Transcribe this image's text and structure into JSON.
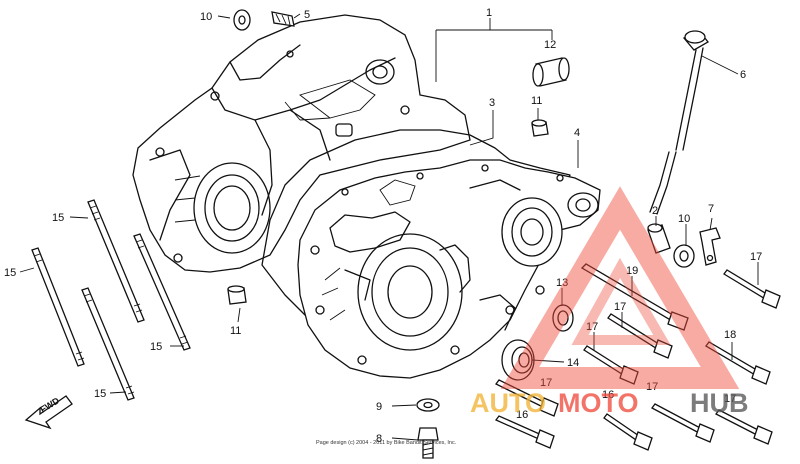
{
  "labels": {
    "l1": "1",
    "l2": "2",
    "l3": "3",
    "l4": "4",
    "l5": "5",
    "l6": "6",
    "l7": "7",
    "l8": "8",
    "l9": "9",
    "l10a": "10",
    "l10b": "10",
    "l11a": "11",
    "l11b": "11",
    "l12": "12",
    "l13": "13",
    "l14": "14",
    "l15a": "15",
    "l15b": "15",
    "l15c": "15",
    "l15d": "15",
    "l16a": "16",
    "l16b": "16",
    "l17a": "17",
    "l17b": "17",
    "l17c": "17",
    "l17d": "17",
    "l17e": "17",
    "l17f": "17",
    "l18": "18",
    "l19": "19"
  },
  "direction_label": "FWD",
  "copyright": "Page design (c) 2004 - 2011 by Bike Bandit Services, Inc.",
  "watermark": {
    "part1": "AUTO",
    "part2": "MOTO",
    "part3": "HUB"
  },
  "colors": {
    "watermark_red": "#f04a3a",
    "watermark_orange": "#f2b233",
    "watermark_gray": "#555555"
  }
}
